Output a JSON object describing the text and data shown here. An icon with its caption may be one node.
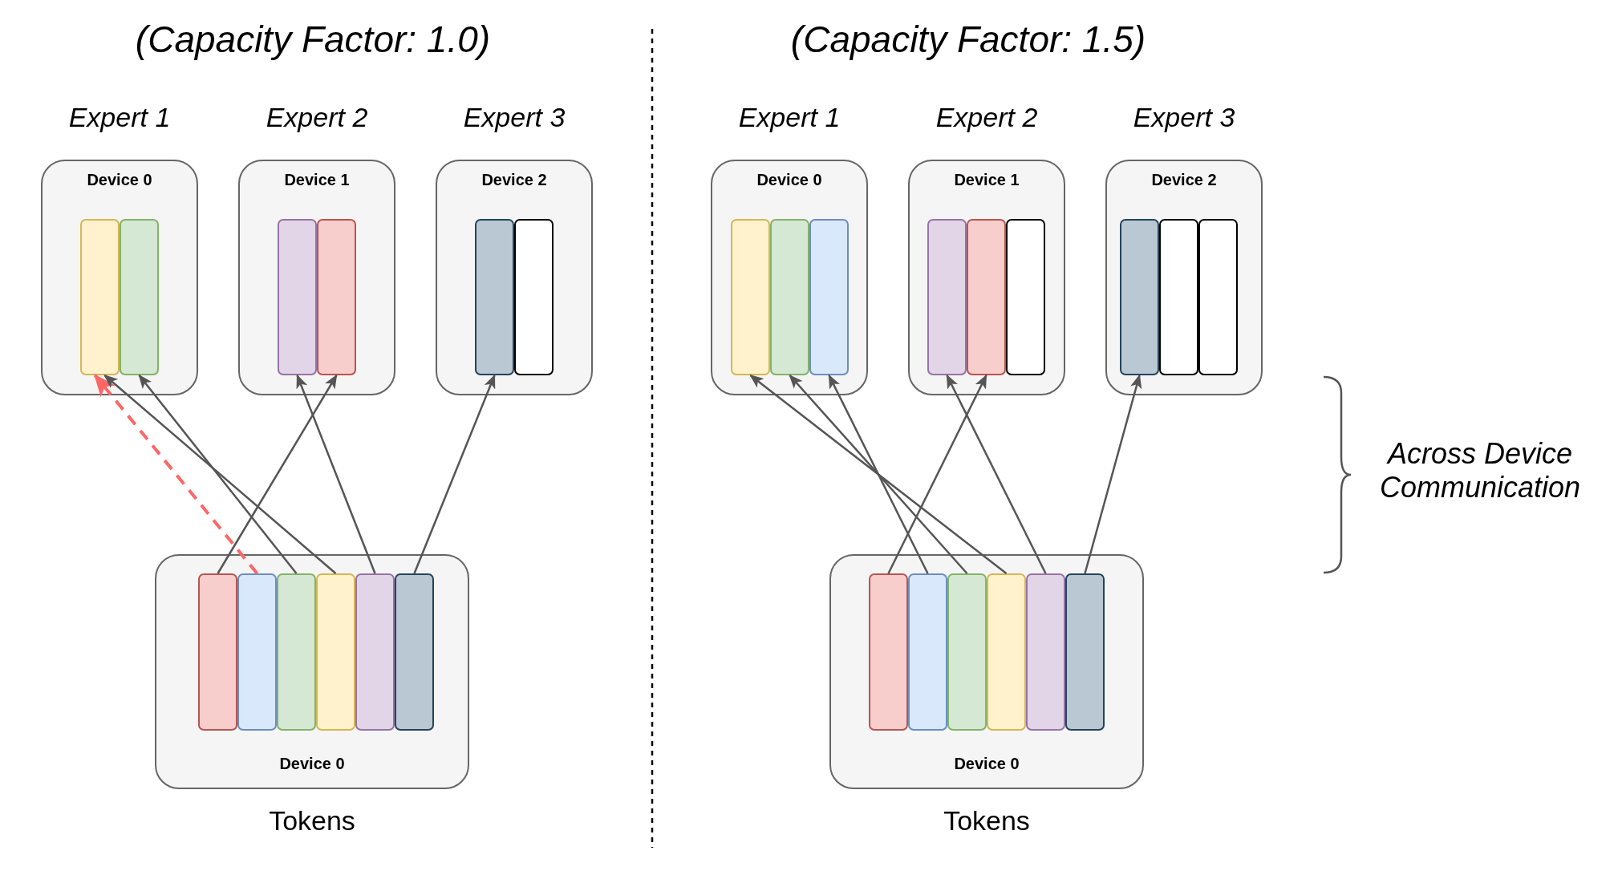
{
  "diagram": {
    "nodes": [
      {
        "text": [
          "Device 0"
        ],
        "beside": [
          "Expert 1"
        ]
      },
      {
        "text": [],
        "shape": "bar",
        "in": 0
      },
      {
        "text": [],
        "shape": "bar",
        "in": 0
      },
      {
        "text": [
          "Device 1"
        ],
        "beside": [
          "Expert 2"
        ]
      },
      {
        "text": [],
        "shape": "bar",
        "in": 3
      },
      {
        "text": [],
        "shape": "bar",
        "in": 3
      },
      {
        "text": [
          "Device 2"
        ],
        "beside": [
          "Expert 3"
        ]
      },
      {
        "text": [],
        "shape": "bar",
        "in": 6
      },
      {
        "text": [],
        "shape": "bar",
        "in": 6
      },
      {
        "text": [
          "Device 0"
        ],
        "beside": [
          "Tokens"
        ]
      },
      {
        "text": [],
        "shape": "bar",
        "in": 9
      },
      {
        "text": [],
        "shape": "bar",
        "in": 9
      },
      {
        "text": [],
        "shape": "bar",
        "in": 9
      },
      {
        "text": [],
        "shape": "bar",
        "in": 9
      },
      {
        "text": [],
        "shape": "bar",
        "in": 9
      },
      {
        "text": [],
        "shape": "bar",
        "in": 9
      },
      {
        "text": [
          "Device 0"
        ],
        "beside": [
          "Expert 1"
        ]
      },
      {
        "text": [],
        "shape": "bar",
        "in": 16
      },
      {
        "text": [],
        "shape": "bar",
        "in": 16
      },
      {
        "text": [],
        "shape": "bar",
        "in": 16
      },
      {
        "text": [
          "Device 1"
        ],
        "beside": [
          "Expert 2"
        ]
      },
      {
        "text": [],
        "shape": "bar",
        "in": 20
      },
      {
        "text": [],
        "shape": "bar",
        "in": 20
      },
      {
        "text": [],
        "shape": "bar",
        "in": 20
      },
      {
        "text": [
          "Device 2"
        ],
        "beside": [
          "Expert 3"
        ]
      },
      {
        "text": [],
        "shape": "bar",
        "in": 24
      },
      {
        "text": [],
        "shape": "bar",
        "in": 24
      },
      {
        "text": [],
        "shape": "bar",
        "in": 24
      },
      {
        "text": [
          "Device 0"
        ],
        "beside": [
          "Tokens"
        ]
      },
      {
        "text": [],
        "shape": "bar",
        "in": 28
      },
      {
        "text": [],
        "shape": "bar",
        "in": 28
      },
      {
        "text": [],
        "shape": "bar",
        "in": 28
      },
      {
        "text": [],
        "shape": "bar",
        "in": 28
      },
      {
        "text": [],
        "shape": "bar",
        "in": 28
      },
      {
        "text": [],
        "shape": "bar",
        "in": 28
      }
    ],
    "edges": [
      {
        "from": 10,
        "to": 5,
        "arrow": "to"
      },
      {
        "from": 11,
        "to": 1,
        "arrow": "to",
        "style": "dashed",
        "color": "#ff6666"
      },
      {
        "from": 12,
        "to": 2,
        "arrow": "to"
      },
      {
        "from": 13,
        "to": 1,
        "arrow": "to"
      },
      {
        "from": 14,
        "to": 4,
        "arrow": "to"
      },
      {
        "from": 15,
        "to": 7,
        "arrow": "to"
      },
      {
        "from": 29,
        "to": 22,
        "arrow": "to"
      },
      {
        "from": 30,
        "to": 19,
        "arrow": "to"
      },
      {
        "from": 31,
        "to": 18,
        "arrow": "to"
      },
      {
        "from": 32,
        "to": 17,
        "arrow": "to"
      },
      {
        "from": 33,
        "to": 21,
        "arrow": "to"
      },
      {
        "from": 34,
        "to": 25,
        "arrow": "to"
      }
    ],
    "labels": [
      "(Capacity Factor: 1.0)",
      "(Capacity Factor: 1.5)",
      "Across Device Communication"
    ]
  }
}
